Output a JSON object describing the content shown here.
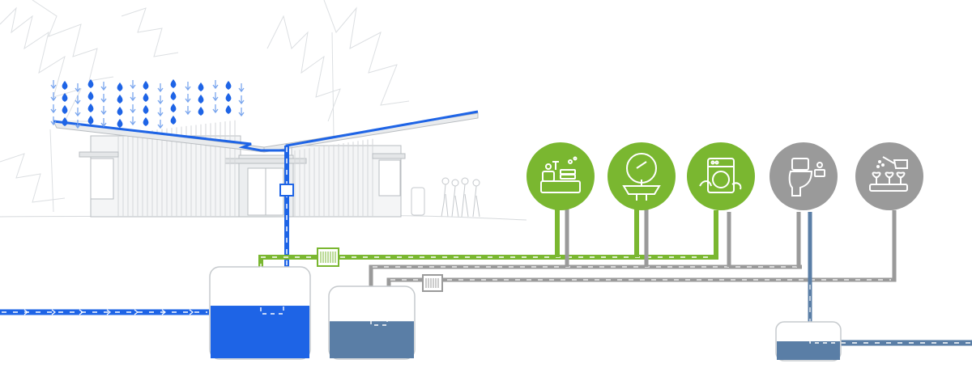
{
  "colors": {
    "rain_blue": "#1e64e6",
    "rain_arrow": "#7aa6ee",
    "green": "#7ab730",
    "gray": "#9a9a9a",
    "slate": "#5a7ea6",
    "sketch": "#cfd3d6",
    "white": "#ffffff"
  },
  "icons": {
    "dishes": "dish-washing-icon",
    "sink": "bathroom-sink-icon",
    "laundry": "washing-machine-icon",
    "toilet": "toilet-icon",
    "garden": "garden-watering-icon"
  },
  "fixtures": [
    {
      "id": "dishes",
      "label": "",
      "group": "green"
    },
    {
      "id": "sink",
      "label": "",
      "group": "green"
    },
    {
      "id": "laundry",
      "label": "",
      "group": "green"
    },
    {
      "id": "toilet",
      "label": "",
      "group": "gray"
    },
    {
      "id": "garden",
      "label": "",
      "group": "gray"
    }
  ],
  "tanks": {
    "rainwater": {
      "fill_level": 0.58
    },
    "greywater": {
      "fill_level": 0.52
    },
    "blackwater": {
      "fill_level": 0.5
    }
  }
}
